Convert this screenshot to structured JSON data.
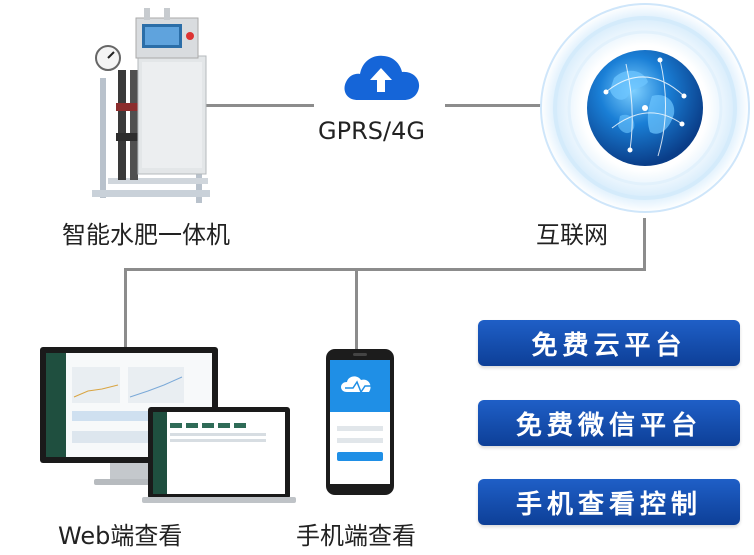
{
  "nodes": {
    "machine_label": "智能水肥一体机",
    "internet_label": "互联网",
    "web_label": "Web端查看",
    "mobile_label": "手机端查看"
  },
  "link_label": "GPRS/4G",
  "features": [
    "免费云平台",
    "免费微信平台",
    "手机查看控制"
  ],
  "colors": {
    "accent": "#1565d8",
    "pill": "#114aa8",
    "line": "#8c8c8c",
    "globe": "#1a7fd6"
  },
  "icons": {
    "cloud": "cloud-upload-icon",
    "globe": "globe-icon"
  }
}
